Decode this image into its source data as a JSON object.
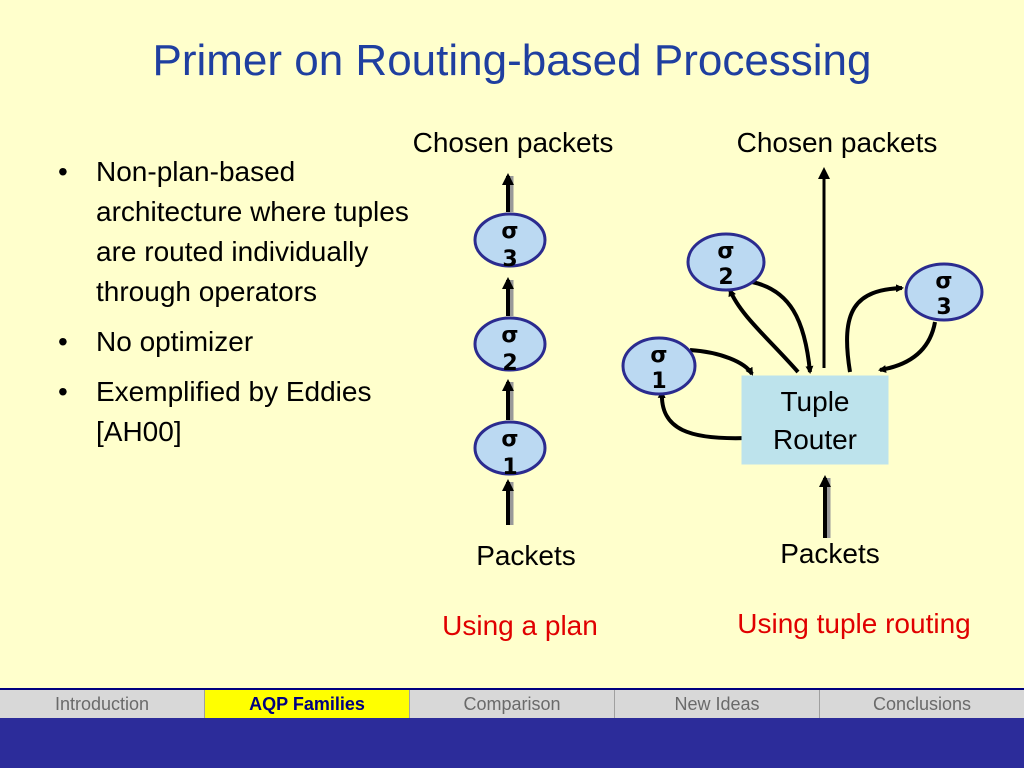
{
  "slide": {
    "title": "Primer on Routing-based Processing",
    "bullets": [
      "Non-plan-based architecture where tuples are routed individually through operators",
      "No optimizer",
      "Exemplified by Eddies [AH00]"
    ]
  },
  "plan_diagram": {
    "top_label": "Chosen packets",
    "bottom_label": "Packets",
    "caption": "Using a plan",
    "operators": [
      {
        "symbol": "σ",
        "index": "3"
      },
      {
        "symbol": "σ",
        "index": "2"
      },
      {
        "symbol": "σ",
        "index": "1"
      }
    ]
  },
  "routing_diagram": {
    "top_label": "Chosen packets",
    "bottom_label": "Packets",
    "caption": "Using tuple routing",
    "router_line1": "Tuple",
    "router_line2": "Router",
    "operators": [
      {
        "symbol": "σ",
        "index": "2"
      },
      {
        "symbol": "σ",
        "index": "3"
      },
      {
        "symbol": "σ",
        "index": "1"
      }
    ]
  },
  "nav": {
    "tabs": [
      {
        "label": "Introduction",
        "active": false
      },
      {
        "label": "AQP Families",
        "active": true
      },
      {
        "label": "Comparison",
        "active": false
      },
      {
        "label": "New Ideas",
        "active": false
      },
      {
        "label": "Conclusions",
        "active": false
      }
    ]
  },
  "colors": {
    "background": "#FFFFCC",
    "title": "#1F3FA0",
    "caption": "#E00000",
    "node_fill": "#BBD9F2",
    "node_stroke": "#2B2B8F",
    "router_fill": "#BDE3EC",
    "nav_active": "#FFFF00",
    "nav_bar": "#2C2C9A"
  }
}
